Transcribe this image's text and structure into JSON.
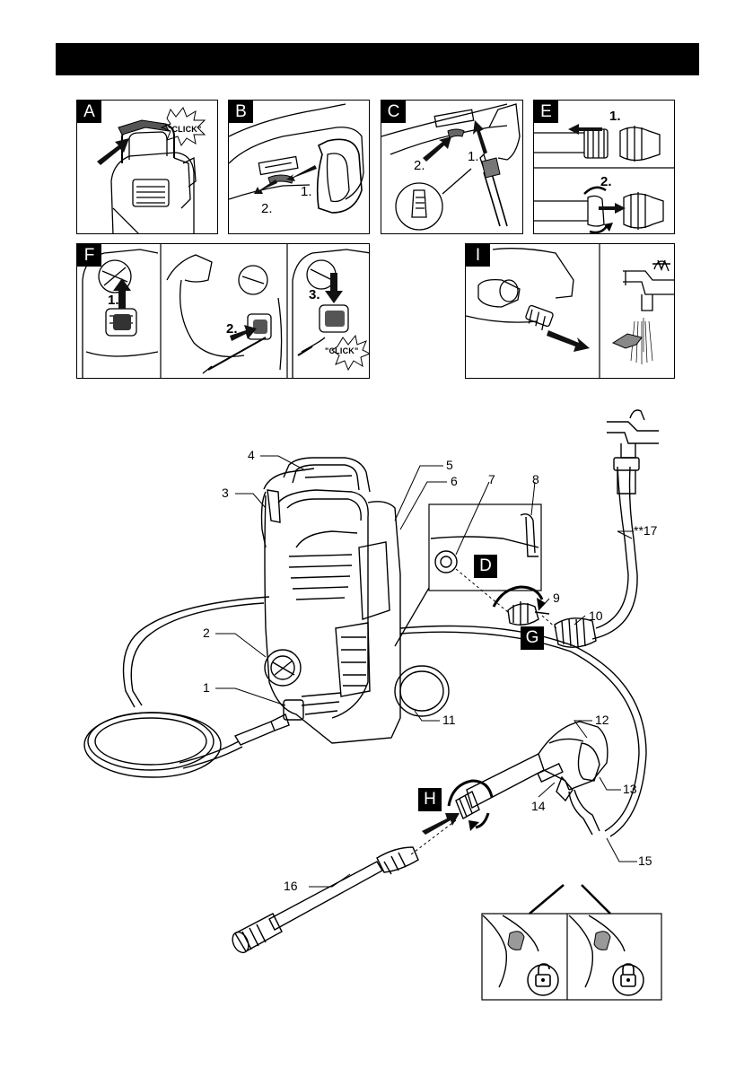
{
  "panels": {
    "A": {
      "letter": "A",
      "click": "\"CLICK\""
    },
    "B": {
      "letter": "B",
      "step1": "1.",
      "step2": "2."
    },
    "C": {
      "letter": "C",
      "step1": "1.",
      "step2": "2."
    },
    "E": {
      "letter": "E",
      "step1": "1.",
      "step2": "2."
    },
    "F": {
      "letter": "F",
      "step1": "1.",
      "step2": "2.",
      "step3": "3.",
      "click": "\"CLICK\""
    },
    "I": {
      "letter": "I"
    }
  },
  "diagram_tags": {
    "D": "D",
    "G": "G",
    "H": "H"
  },
  "callouts": {
    "c1": "1",
    "c2": "2",
    "c3": "3",
    "c4": "4",
    "c5": "5",
    "c6": "6",
    "c7": "7",
    "c8": "8",
    "c9": "9",
    "c10": "10",
    "c11": "11",
    "c12": "12",
    "c13": "13",
    "c14": "14",
    "c15": "15",
    "c16": "16",
    "c17": "**17"
  },
  "icons": [
    "unlock-icon",
    "lock-icon",
    "rotate-arrow-icon",
    "push-arrow-icon"
  ]
}
